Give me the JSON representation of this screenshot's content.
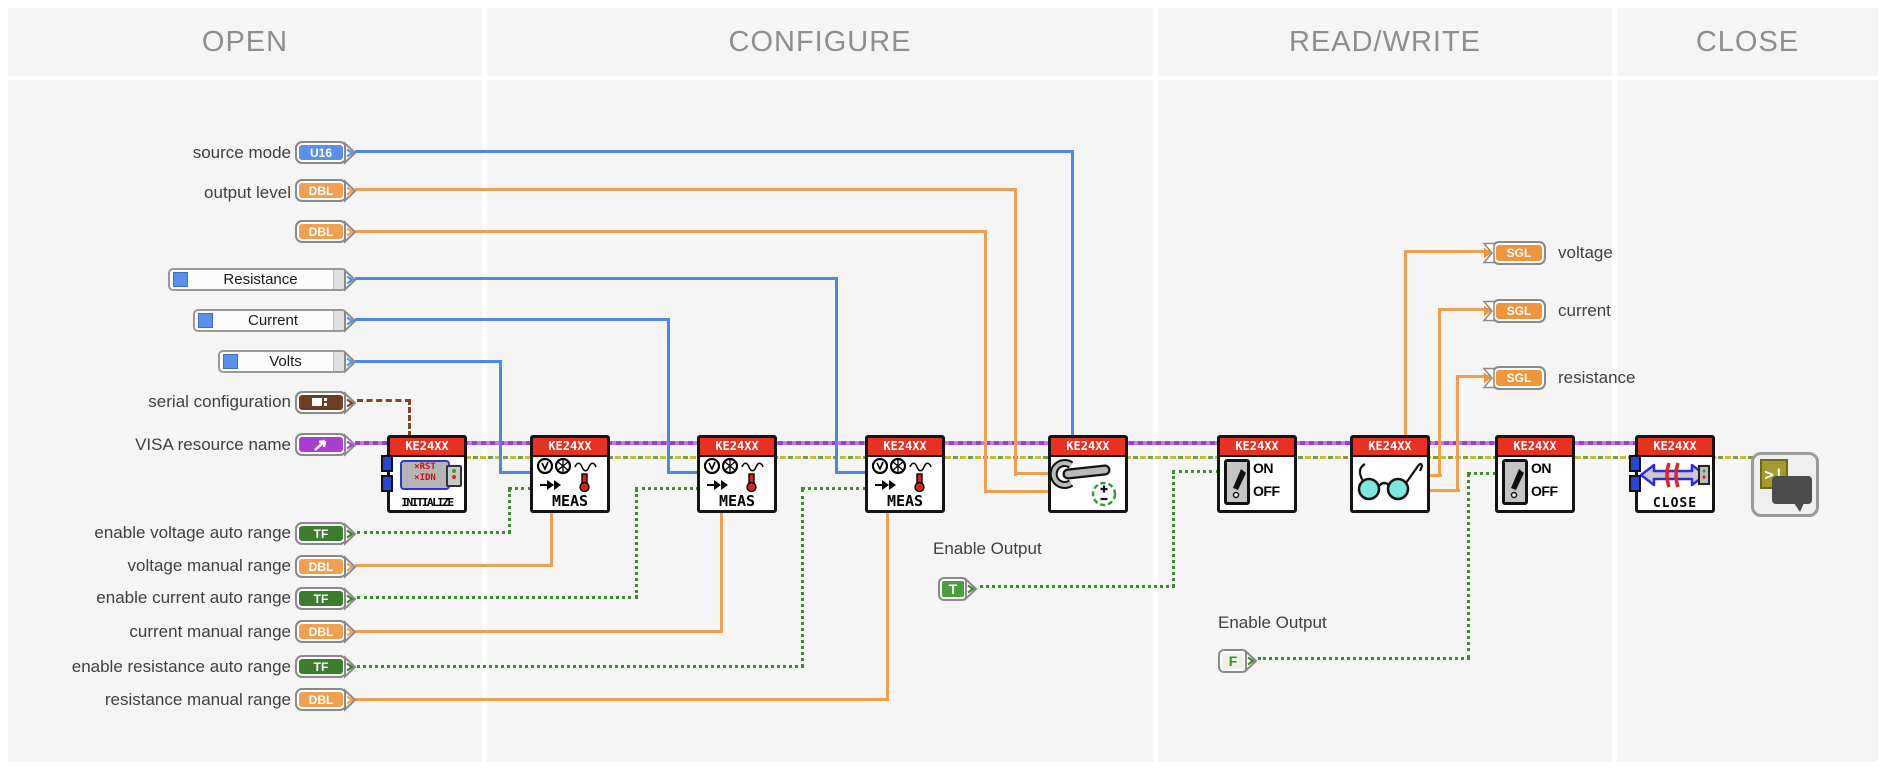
{
  "header": {
    "sections": [
      {
        "label": "OPEN"
      },
      {
        "label": "CONFIGURE"
      },
      {
        "label": "READ/WRITE"
      },
      {
        "label": "CLOSE"
      }
    ]
  },
  "controls": {
    "source_mode": {
      "label": "source mode",
      "type": "U16"
    },
    "output_level": {
      "label": "output level",
      "type": "DBL"
    },
    "output_level_2": {
      "label": "",
      "type": "DBL"
    },
    "resistance_function": {
      "label": "Resistance"
    },
    "current_function": {
      "label": "Current"
    },
    "volts_function": {
      "label": "Volts"
    },
    "serial_configuration": {
      "label": "serial configuration"
    },
    "visa_resource_name": {
      "label": "VISA resource name"
    },
    "enable_voltage_auto_range": {
      "label": "enable voltage auto range",
      "type": "TF"
    },
    "voltage_manual_range": {
      "label": "voltage manual range",
      "type": "DBL"
    },
    "enable_current_auto_range": {
      "label": "enable current auto range",
      "type": "TF"
    },
    "current_manual_range": {
      "label": "current manual range",
      "type": "DBL"
    },
    "enable_resistance_auto_range": {
      "label": "enable resistance auto range",
      "type": "TF"
    },
    "resistance_manual_range": {
      "label": "resistance manual range",
      "type": "DBL"
    },
    "enable_output_true": {
      "label": "Enable Output",
      "value": "T"
    },
    "enable_output_false": {
      "label": "Enable Output",
      "value": "F"
    }
  },
  "indicators": {
    "voltage": {
      "label": "voltage",
      "type": "SGL"
    },
    "current": {
      "label": "current",
      "type": "SGL"
    },
    "resistance": {
      "label": "resistance",
      "type": "SGL"
    }
  },
  "nodes": {
    "banner": "KE24XX",
    "initialize": {
      "caption": "INITIALIZE",
      "xrst": "×RST",
      "xidn": "×IDN"
    },
    "measure": {
      "caption": "MEAS"
    },
    "output_enable": {
      "on": "ON",
      "off": "OFF"
    },
    "close": {
      "caption": "CLOSE"
    },
    "error_handler": {
      "glyph": ">!"
    }
  },
  "colors": {
    "numeric_wire": "#4f87e8",
    "float_wire": "#ef9f4e",
    "visa_wire": "#a45ad0",
    "error_wire": "#b5ad2e",
    "boolean_wire": "#3e8c2f",
    "cluster_wire": "#7b4526",
    "node_banner_red": "#e93122",
    "panel_background": "#f5f5f6"
  }
}
